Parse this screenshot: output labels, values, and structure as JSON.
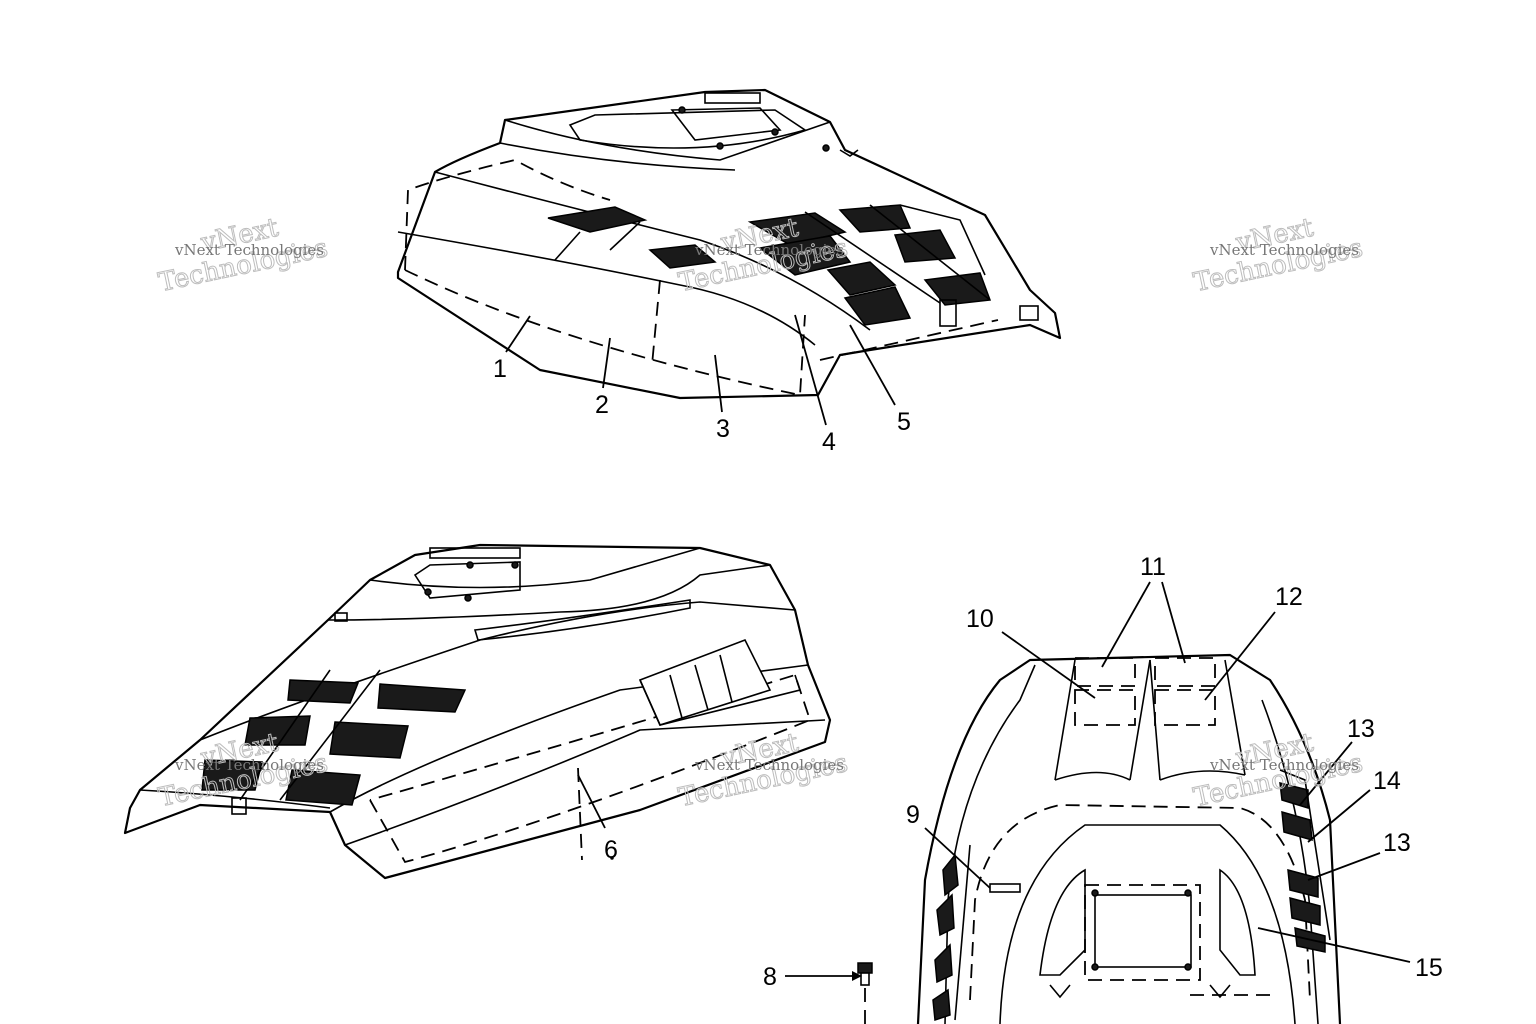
{
  "callouts": {
    "c1": "1",
    "c2": "2",
    "c3": "3",
    "c4": "4",
    "c5": "5",
    "c6": "6",
    "c8": "8",
    "c9": "9",
    "c10": "10",
    "c11": "11",
    "c12": "12",
    "c13a": "13",
    "c13b": "13",
    "c14": "14",
    "c15": "15"
  },
  "watermark": {
    "line1": "vNext",
    "line2": "Technologies",
    "small": "vNext Technologies"
  }
}
